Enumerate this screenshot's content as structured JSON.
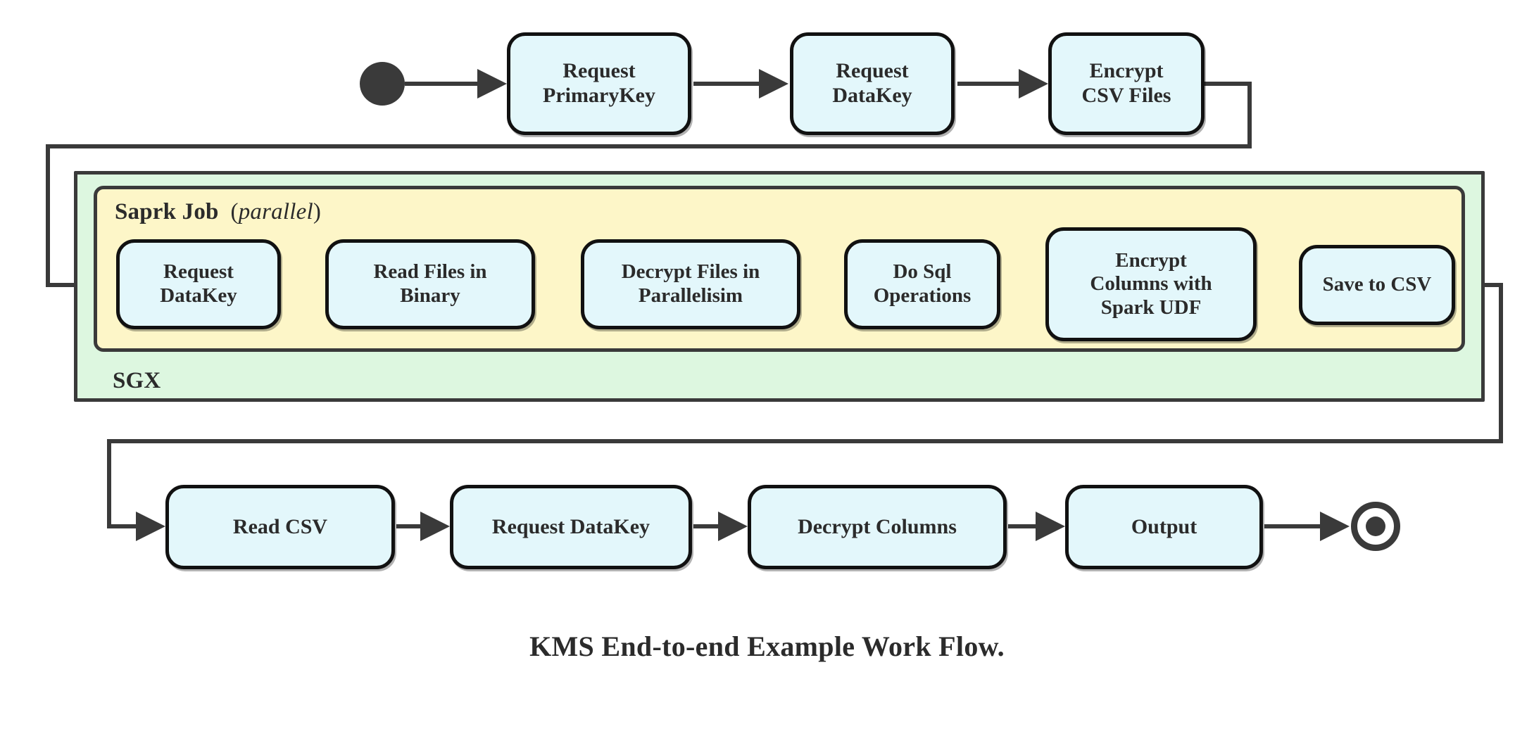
{
  "diagram": {
    "title": "KMS End-to-end Example Work Flow.",
    "type": "activity-flowchart",
    "colors": {
      "node_fill": "#e3f7fb",
      "node_border": "#111111",
      "spark_group_fill": "#fdf6c8",
      "sgx_group_fill": "#ddf7e0",
      "group_border": "#3a3a3a",
      "connector": "#3a3a3a",
      "text": "#2b2b2b",
      "background": "#ffffff"
    },
    "start_marker": "filled-circle",
    "end_marker": "bullseye-circle",
    "groups": {
      "sgx": {
        "label": "SGX",
        "label_position": "bottom-left"
      },
      "spark": {
        "label": "Saprk Job",
        "qualifier": "parallel",
        "qualifier_open": "(",
        "qualifier_close": ")",
        "label_position": "top-left"
      }
    },
    "rows": {
      "top": {
        "nodes": [
          {
            "id": "request-primarykey",
            "lines": [
              "Request",
              "PrimaryKey"
            ]
          },
          {
            "id": "request-datakey-top",
            "lines": [
              "Request",
              "DataKey"
            ]
          },
          {
            "id": "encrypt-csv-files",
            "lines": [
              "Encrypt",
              "CSV Files"
            ]
          }
        ]
      },
      "spark": {
        "nodes": [
          {
            "id": "request-datakey-spark",
            "lines": [
              "Request",
              "DataKey"
            ]
          },
          {
            "id": "read-files-in-binary",
            "lines": [
              "Read Files in",
              "Binary"
            ]
          },
          {
            "id": "decrypt-files-in-parallelisim",
            "lines": [
              "Decrypt Files in",
              "Parallelisim"
            ]
          },
          {
            "id": "do-sql-operations",
            "lines": [
              "Do Sql",
              "Operations"
            ]
          },
          {
            "id": "encrypt-columns-with-spark-udf",
            "lines": [
              "Encrypt",
              "Columns with",
              "Spark UDF"
            ]
          },
          {
            "id": "save-to-csv",
            "lines": [
              "Save to CSV"
            ]
          }
        ]
      },
      "bottom": {
        "nodes": [
          {
            "id": "read-csv",
            "lines": [
              "Read CSV"
            ]
          },
          {
            "id": "request-datakey-bottom",
            "lines": [
              "Request DataKey"
            ]
          },
          {
            "id": "decrypt-columns",
            "lines": [
              "Decrypt Columns"
            ]
          },
          {
            "id": "output",
            "lines": [
              "Output"
            ]
          }
        ]
      }
    },
    "edges": [
      {
        "from": "start",
        "to": "request-primarykey",
        "style": "straight"
      },
      {
        "from": "request-primarykey",
        "to": "request-datakey-top",
        "style": "straight"
      },
      {
        "from": "request-datakey-top",
        "to": "encrypt-csv-files",
        "style": "straight"
      },
      {
        "from": "encrypt-csv-files",
        "to": "request-datakey-spark",
        "style": "orthogonal-left-wrap"
      },
      {
        "from": "request-datakey-spark",
        "to": "read-files-in-binary",
        "style": "straight"
      },
      {
        "from": "read-files-in-binary",
        "to": "decrypt-files-in-parallelisim",
        "style": "straight"
      },
      {
        "from": "decrypt-files-in-parallelisim",
        "to": "do-sql-operations",
        "style": "straight"
      },
      {
        "from": "do-sql-operations",
        "to": "encrypt-columns-with-spark-udf",
        "style": "straight"
      },
      {
        "from": "encrypt-columns-with-spark-udf",
        "to": "save-to-csv",
        "style": "straight"
      },
      {
        "from": "save-to-csv",
        "to": "read-csv",
        "style": "orthogonal-right-wrap"
      },
      {
        "from": "read-csv",
        "to": "request-datakey-bottom",
        "style": "straight"
      },
      {
        "from": "request-datakey-bottom",
        "to": "decrypt-columns",
        "style": "straight"
      },
      {
        "from": "decrypt-columns",
        "to": "output",
        "style": "straight"
      },
      {
        "from": "output",
        "to": "end",
        "style": "straight"
      }
    ]
  }
}
